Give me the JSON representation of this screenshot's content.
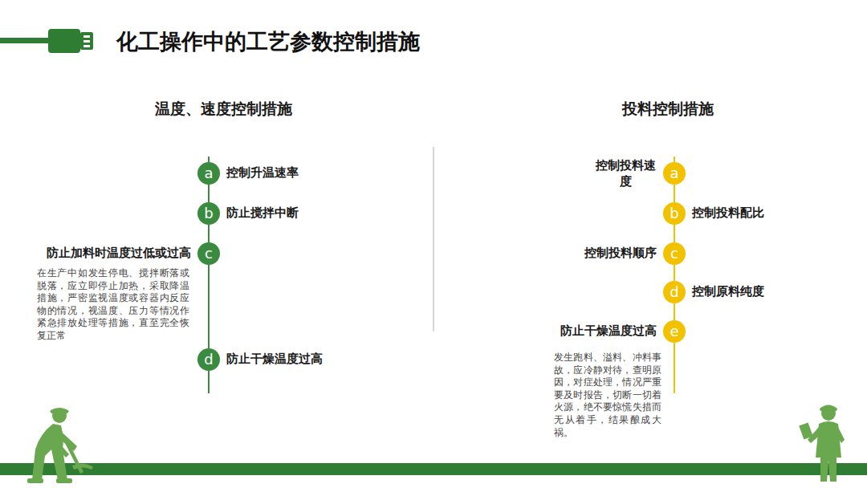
{
  "diagram": {
    "title": "化工操作中的工艺参数控制措施",
    "nodes": [
      {
        "text": [
          "a",
          "控制升温速率"
        ]
      },
      {
        "text": [
          "b",
          "防止搅拌中断"
        ]
      },
      {
        "text": [
          "c",
          "防止加料时温度过低或过高",
          "在生产中如发生停电、搅拌断落或脱落，应立即停止加热，采取降温措施，严密监视温度或容器内反应物的情况，视温度、压力等情况作紧急排放处理等措施，直至完全恢复正常"
        ]
      },
      {
        "text": [
          "d",
          "防止干燥温度过高"
        ]
      },
      {
        "text": [
          "a",
          "控制投料速度"
        ]
      },
      {
        "text": [
          "b",
          "控制投料配比"
        ]
      },
      {
        "text": [
          "c",
          "控制投料顺序"
        ]
      },
      {
        "text": [
          "d",
          "控制原料纯度"
        ]
      },
      {
        "text": [
          "e",
          "防止干燥温度过高",
          "发生跑料、溢料、冲料事故，应冷静对待，查明原因，对症处理，情况严重要及时报告，切断一切着火源，绝不要惊慌失措而无从着手，结果酿成大祸。"
        ]
      }
    ],
    "edges": [
      {
        "from": 0,
        "to": 1,
        "arrow": "none"
      },
      {
        "from": 1,
        "to": 2,
        "arrow": "none"
      },
      {
        "from": 2,
        "to": 3,
        "arrow": "none"
      },
      {
        "from": 4,
        "to": 5,
        "arrow": "none"
      },
      {
        "from": 5,
        "to": 6,
        "arrow": "none"
      },
      {
        "from": 6,
        "to": 7,
        "arrow": "none"
      },
      {
        "from": 7,
        "to": 8,
        "arrow": "none"
      }
    ],
    "labels": [
      "温度、速度控制措施",
      "投料控制措施"
    ]
  }
}
